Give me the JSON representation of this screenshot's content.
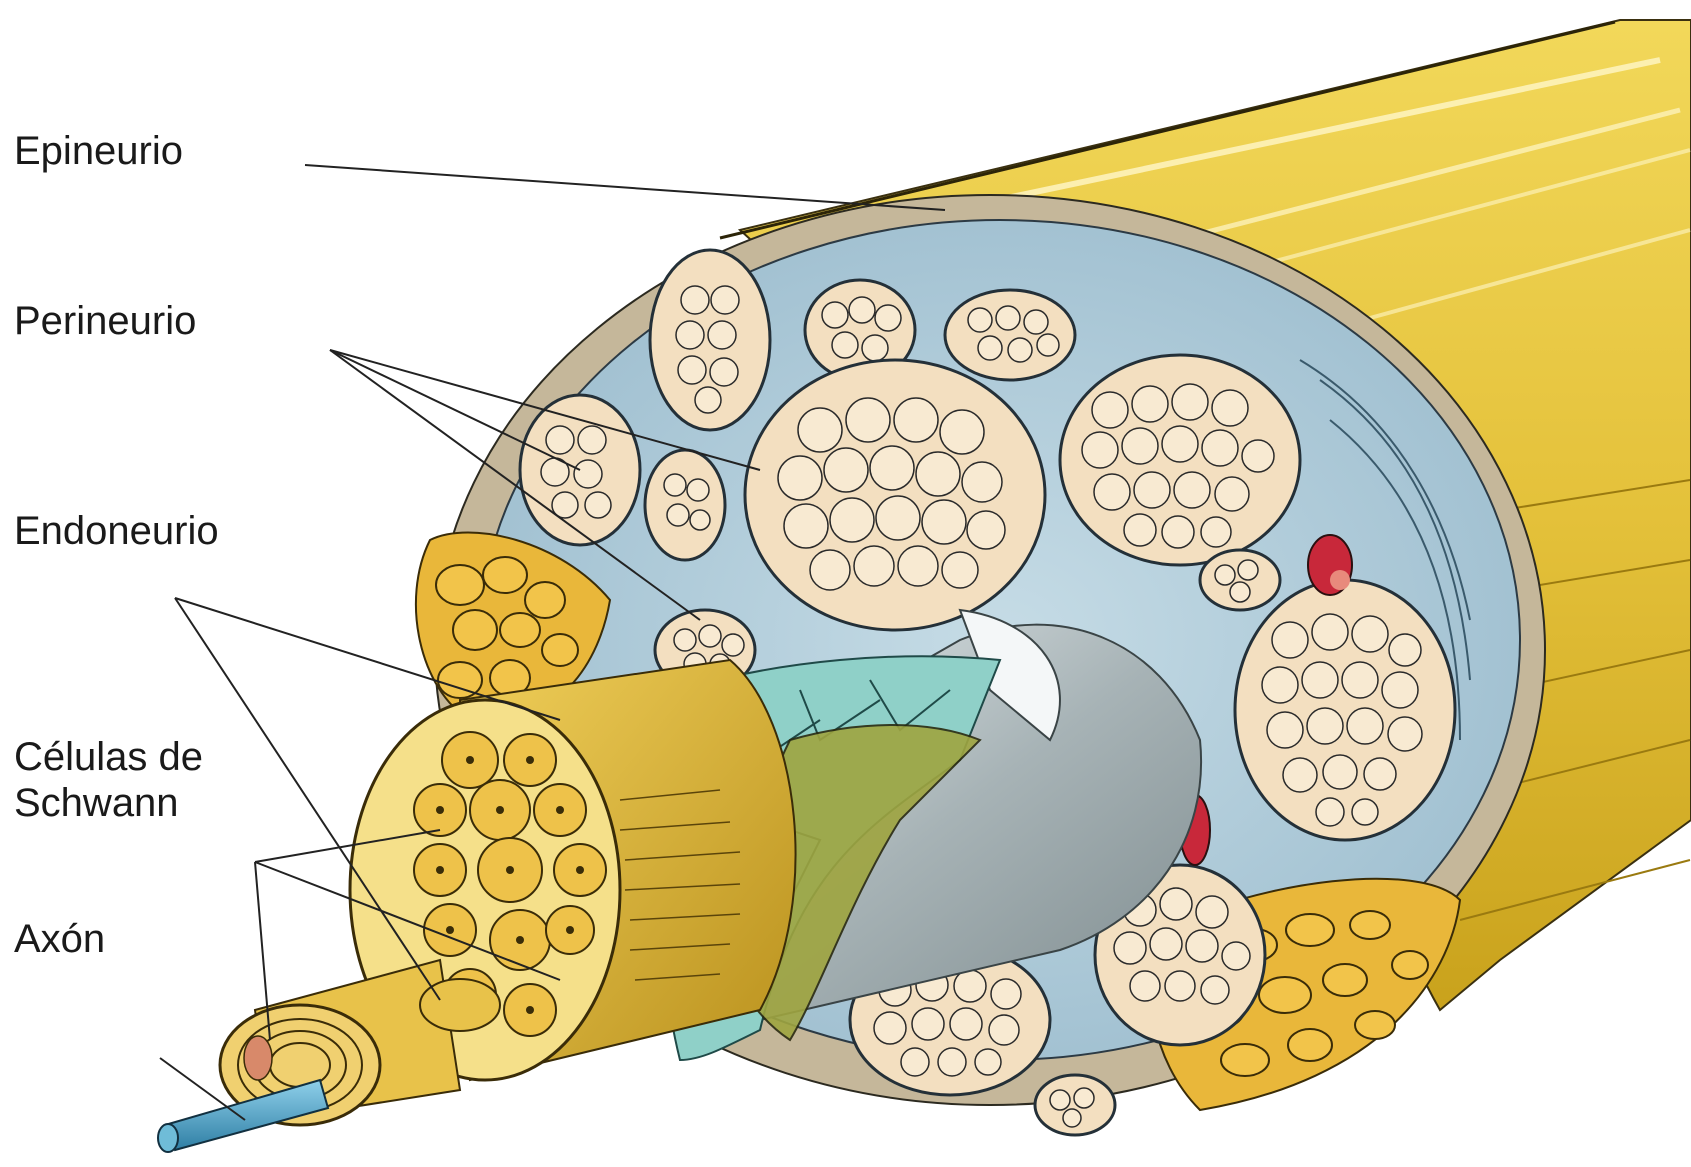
{
  "labels": {
    "epineurio": "Epineurio",
    "perineurio": "Perineurio",
    "endoneurio": "Endoneurio",
    "schwann_line1": "Células de",
    "schwann_line2": "Schwann",
    "axon": "Axón"
  },
  "colors": {
    "epineurium": "#e6c53c",
    "epineurium_dark": "#c9a41e",
    "perineurium_fill": "#a9c8d8",
    "fascicle_fill": "#f3dfc0",
    "fat": "#e9b73a",
    "vessel": "#c8283a",
    "myelin": "#e8c24a",
    "axon": "#4aa3c8",
    "endoneurial_sheet": "#b9c3c6"
  }
}
